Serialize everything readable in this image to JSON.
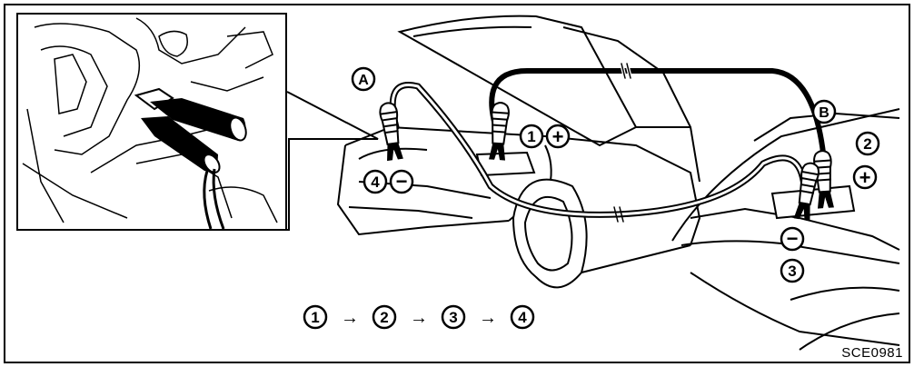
{
  "labels": {
    "cable_a": "A",
    "cable_b": "B",
    "step_1": "1",
    "step_2": "2",
    "step_3": "3",
    "step_4": "4",
    "plus": "+",
    "minus": "−"
  },
  "sequence": {
    "steps": [
      "1",
      "2",
      "3",
      "4"
    ],
    "arrow": "→"
  },
  "figure_code": "SCE0981",
  "colors": {
    "line": "#000000",
    "background": "#ffffff"
  }
}
